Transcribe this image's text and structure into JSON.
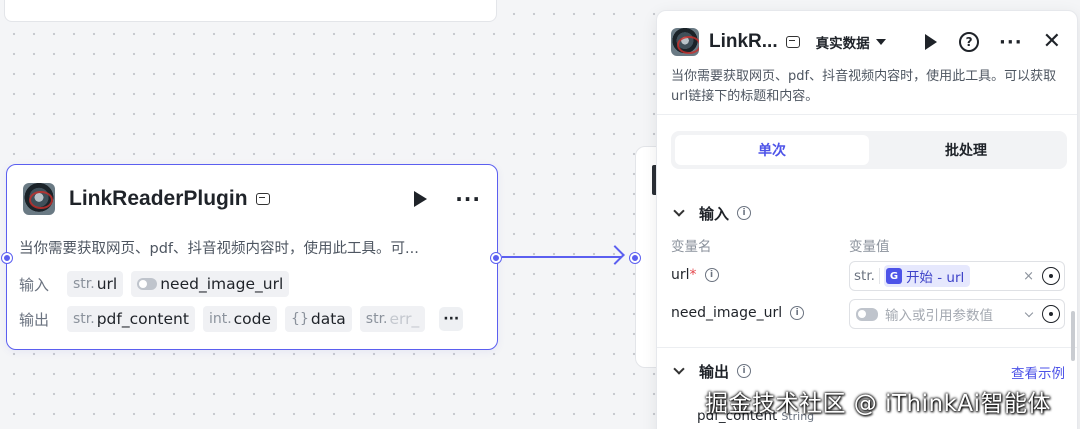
{
  "node": {
    "title": "LinkReaderPlugin",
    "description": "当你需要获取网页、pdf、抖音视频内容时，使用此工具。可...",
    "input_label": "输入",
    "output_label": "输出",
    "inputs": [
      {
        "type": "str.",
        "name": "url"
      },
      {
        "type": "",
        "name": "need_image_url"
      }
    ],
    "outputs": [
      {
        "type": "str.",
        "name": "pdf_content"
      },
      {
        "type": "int.",
        "name": "code"
      },
      {
        "type": "{}",
        "name": "data"
      },
      {
        "type": "str.",
        "name": "err_"
      }
    ],
    "more": "···",
    "dots": "···"
  },
  "panel": {
    "title": "LinkR...",
    "data_mode": "真实数据",
    "help": "?",
    "dots": "···",
    "close": "✕",
    "description": "当你需要获取网页、pdf、抖音视频内容时，使用此工具。可以获取url链接下的标题和内容。",
    "tabs": [
      "单次",
      "批处理"
    ],
    "input_section": "输入",
    "col_name": "变量名",
    "col_value": "变量值",
    "params": [
      {
        "name": "url",
        "required": "*",
        "type": "str.",
        "ref_label": "开始 - url",
        "clear": "×"
      },
      {
        "name": "need_image_url",
        "placeholder": "输入或引用参数值"
      }
    ],
    "output_section": "输出",
    "view_example": "查看示例",
    "outputs": [
      {
        "name": "pdf_content",
        "type": "String"
      }
    ],
    "info": "i"
  },
  "watermark": "掘金技术社区 @ iThinkAi智能体",
  "colors": {
    "accent": "#5b5ff0",
    "link": "#4d53e8"
  }
}
